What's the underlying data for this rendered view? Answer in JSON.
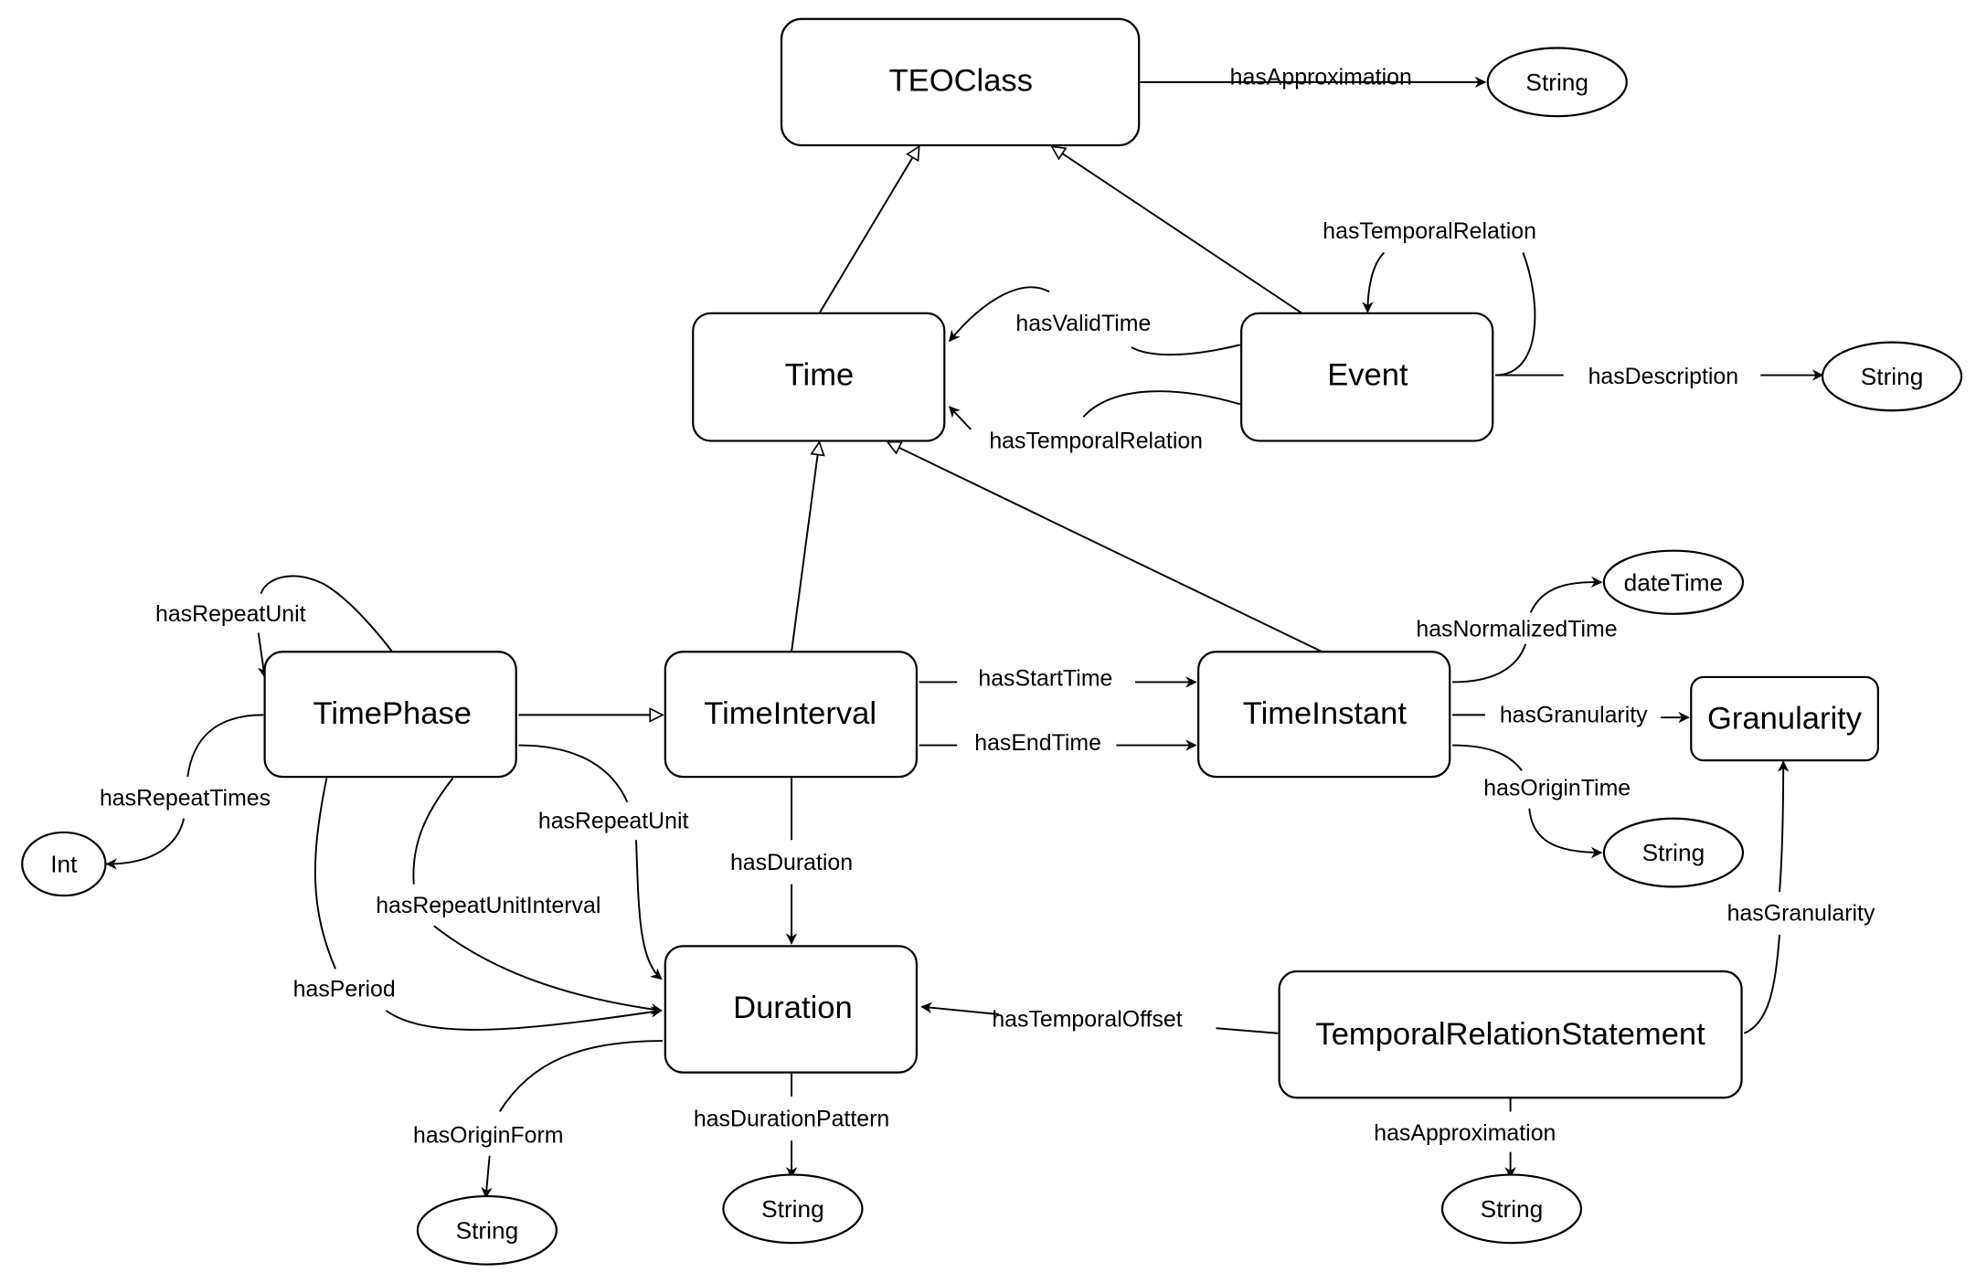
{
  "diagram": {
    "classes": [
      {
        "id": "teoclass",
        "label": "TEOClass"
      },
      {
        "id": "time",
        "label": "Time"
      },
      {
        "id": "event",
        "label": "Event"
      },
      {
        "id": "timephase",
        "label": "TimePhase"
      },
      {
        "id": "timeinterval",
        "label": "TimeInterval"
      },
      {
        "id": "timeinstant",
        "label": "TimeInstant"
      },
      {
        "id": "granularity",
        "label": "Granularity"
      },
      {
        "id": "duration",
        "label": "Duration"
      },
      {
        "id": "temporalrelationstatement",
        "label": "TemporalRelationStatement"
      }
    ],
    "datatypes": [
      {
        "id": "string-teo",
        "label": "String"
      },
      {
        "id": "string-event",
        "label": "String"
      },
      {
        "id": "datetime",
        "label": "dateTime"
      },
      {
        "id": "string-origintime",
        "label": "String"
      },
      {
        "id": "int",
        "label": "Int"
      },
      {
        "id": "string-originform",
        "label": "String"
      },
      {
        "id": "string-durationpattern",
        "label": "String"
      },
      {
        "id": "string-trs",
        "label": "String"
      }
    ],
    "subclass_edges": [
      {
        "from": "Time",
        "to": "TEOClass"
      },
      {
        "from": "Event",
        "to": "TEOClass"
      },
      {
        "from": "TimeInterval",
        "to": "Time"
      },
      {
        "from": "TimeInstant",
        "to": "Time"
      },
      {
        "from": "TimePhase",
        "to": "TimeInterval"
      }
    ],
    "property_edges": [
      {
        "label": "hasApproximation",
        "from": "TEOClass",
        "to": "String"
      },
      {
        "label": "hasTemporalRelation",
        "from": "Event",
        "to": "Event"
      },
      {
        "label": "hasValidTime",
        "from": "Event",
        "to": "Time"
      },
      {
        "label": "hasTemporalRelation",
        "from": "Event",
        "to": "Time"
      },
      {
        "label": "hasDescription",
        "from": "Event",
        "to": "String"
      },
      {
        "label": "hasRepeatUnit",
        "from": "TimePhase",
        "to": "TimePhase"
      },
      {
        "label": "hasRepeatTimes",
        "from": "TimePhase",
        "to": "Int"
      },
      {
        "label": "hasRepeatUnit",
        "from": "TimePhase",
        "to": "Duration"
      },
      {
        "label": "hasRepeatUnitInterval",
        "from": "TimePhase",
        "to": "Duration"
      },
      {
        "label": "hasPeriod",
        "from": "TimePhase",
        "to": "Duration"
      },
      {
        "label": "hasStartTime",
        "from": "TimeInterval",
        "to": "TimeInstant"
      },
      {
        "label": "hasEndTime",
        "from": "TimeInterval",
        "to": "TimeInstant"
      },
      {
        "label": "hasDuration",
        "from": "TimeInterval",
        "to": "Duration"
      },
      {
        "label": "hasNormalizedTime",
        "from": "TimeInstant",
        "to": "dateTime"
      },
      {
        "label": "hasGranularity",
        "from": "TimeInstant",
        "to": "Granularity"
      },
      {
        "label": "hasOriginTime",
        "from": "TimeInstant",
        "to": "String"
      },
      {
        "label": "hasTemporalOffset",
        "from": "TemporalRelationStatement",
        "to": "Duration"
      },
      {
        "label": "hasGranularity",
        "from": "TemporalRelationStatement",
        "to": "Granularity"
      },
      {
        "label": "hasApproximation",
        "from": "TemporalRelationStatement",
        "to": "String"
      },
      {
        "label": "hasOriginForm",
        "from": "Duration",
        "to": "String"
      },
      {
        "label": "hasDurationPattern",
        "from": "Duration",
        "to": "String"
      }
    ]
  }
}
